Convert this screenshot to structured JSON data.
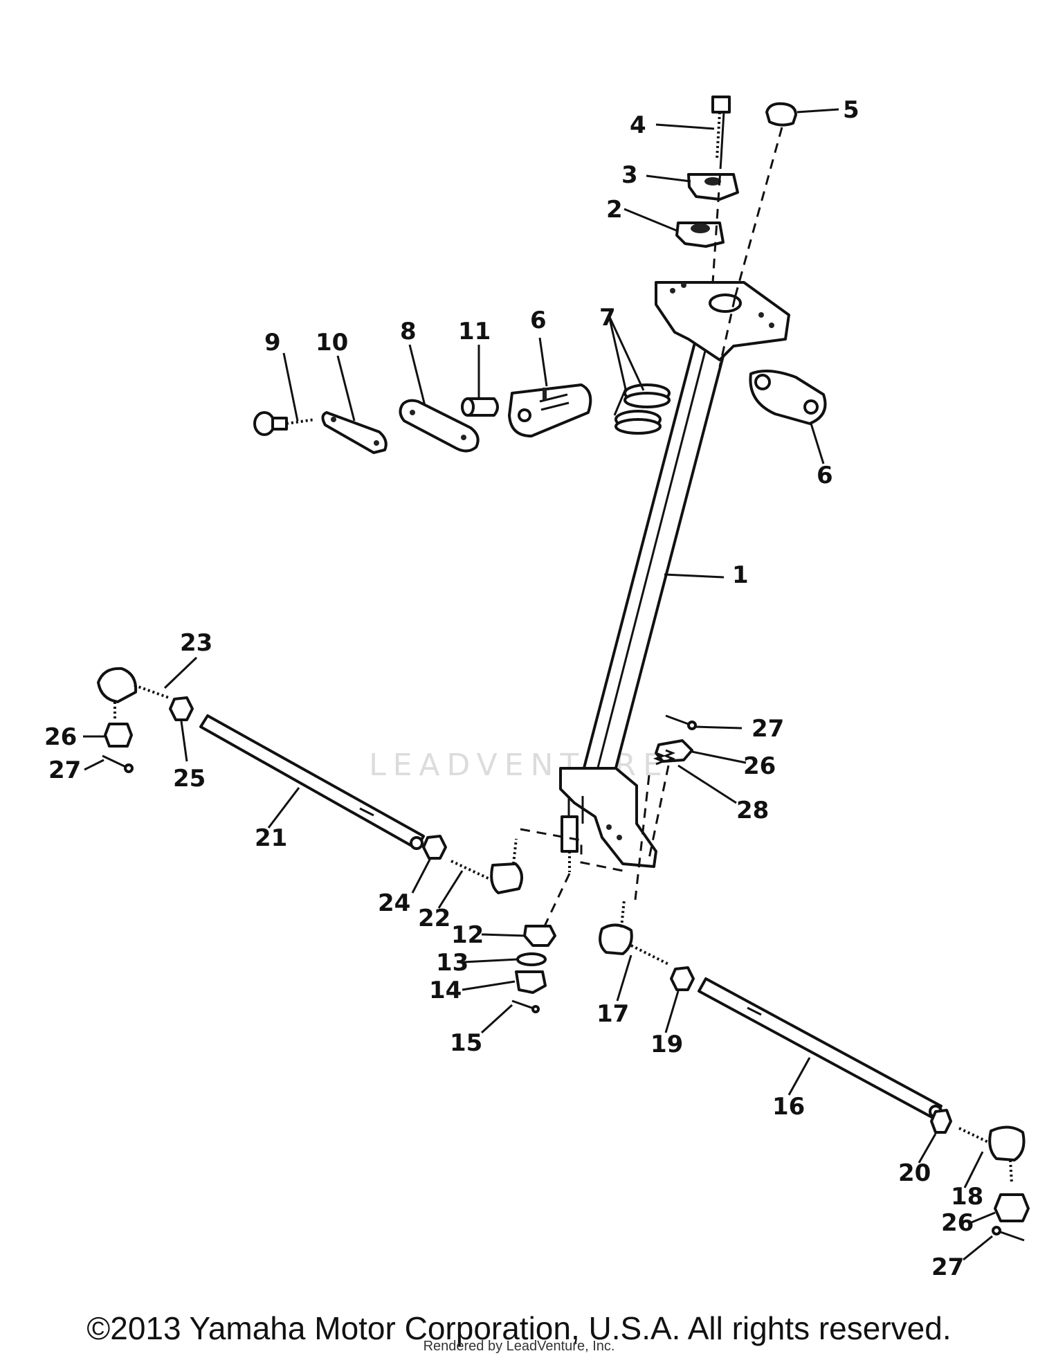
{
  "diagram": {
    "labels": [
      "1",
      "2",
      "3",
      "4",
      "5",
      "6",
      "6",
      "7",
      "8",
      "9",
      "10",
      "11",
      "12",
      "13",
      "14",
      "15",
      "16",
      "17",
      "18",
      "19",
      "20",
      "21",
      "22",
      "23",
      "24",
      "25",
      "26",
      "26",
      "26",
      "27",
      "27",
      "27",
      "28"
    ]
  },
  "watermark": "LEADVENTURE",
  "footer": {
    "copyright": "©2013 Yamaha Motor Corporation, U.S.A. All rights reserved.",
    "rendered": "Rendered by LeadVenture, Inc."
  }
}
